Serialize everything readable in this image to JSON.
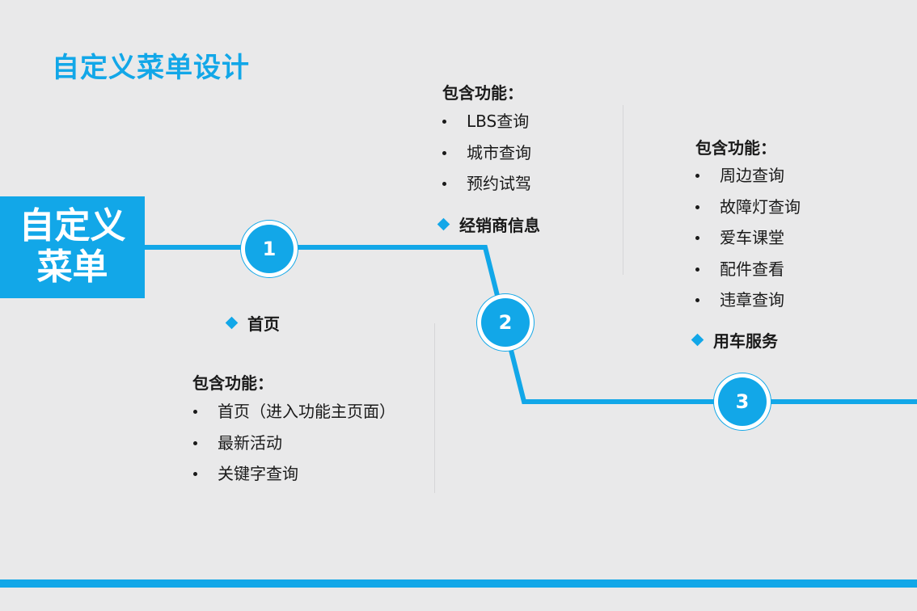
{
  "title": "自定义菜单设计",
  "menu_block": {
    "line1": "自定义",
    "line2": "菜单"
  },
  "accent_color": "#12a7e8",
  "feature_label": "包含功能：",
  "steps": [
    {
      "number": "1",
      "name": "首页",
      "features": [
        "首页（进入功能主页面）",
        "最新活动",
        "关键字查询"
      ]
    },
    {
      "number": "2",
      "name": "经销商信息",
      "features": [
        "LBS查询",
        "城市查询",
        "预约试驾"
      ]
    },
    {
      "number": "3",
      "name": "用车服务",
      "features": [
        "周边查询",
        "故障灯查询",
        "爱车课堂",
        "配件查看",
        "违章查询"
      ]
    }
  ]
}
